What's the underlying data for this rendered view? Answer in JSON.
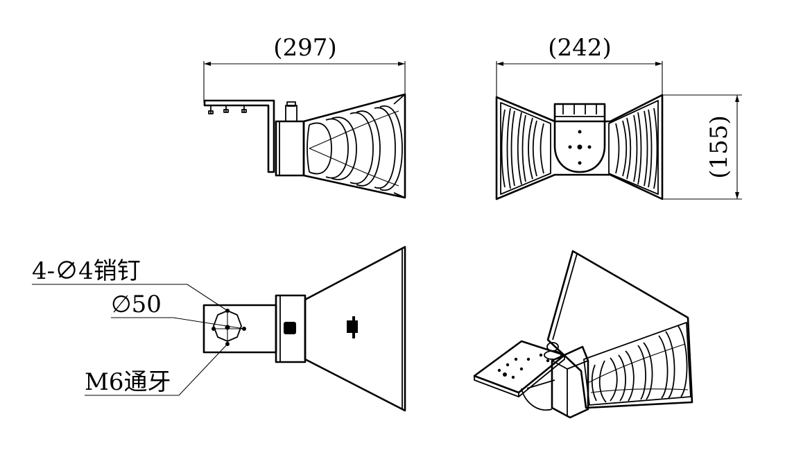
{
  "dimensions": {
    "width_top_left": "(297)",
    "width_top_right": "(242)",
    "height_right": "(155)"
  },
  "callouts": {
    "pins": "4-∅4销钉",
    "diameter": "∅50",
    "thread": "M6通牙"
  }
}
